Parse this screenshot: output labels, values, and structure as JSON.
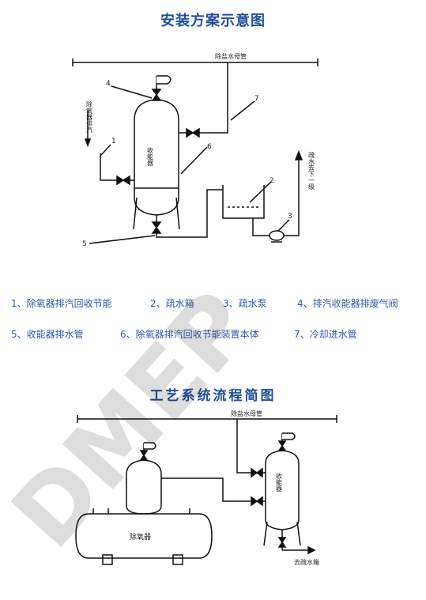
{
  "title_top": "安装方案示意图",
  "title_bottom": "工艺系统流程简图",
  "top_diagram": {
    "pipe_main": "除盐水母管",
    "tank": "收能器",
    "exhaust_label": "除氧器排汽",
    "drain_label": "疏水去下一级",
    "numbers": [
      "1",
      "2",
      "3",
      "4",
      "5",
      "6",
      "7"
    ]
  },
  "legend": [
    "1、除氧器排汽回收节能",
    "2、疏水箱",
    "3、疏水泵",
    "4、排汽收能器排废气阀",
    "5、收能器排水管",
    "6、除氧器排汽回收节能装置本体",
    "7、冷却进水管"
  ],
  "bottom_diagram": {
    "pipe_main": "除盐水母管",
    "tank": "收能器",
    "deaerator": "除氧器",
    "drain_tank": "去疏水箱"
  },
  "watermark": "DMEP",
  "colors": {
    "title": "#1f4e9e",
    "legend": "#2a5db0",
    "line": "#111111"
  }
}
